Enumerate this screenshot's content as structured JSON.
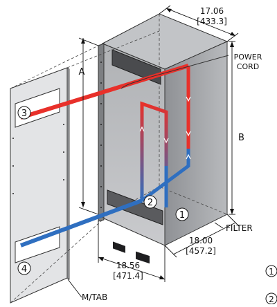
{
  "dimensions": {
    "top_width": "17.06",
    "top_width_metric": "[433.3]",
    "depth": "18.00",
    "depth_metric": "[457.2]",
    "front_width": "18.56",
    "front_width_metric": "[471.4]",
    "height_a": "A",
    "height_b": "B"
  },
  "labels": {
    "power_cord_line1": "POWER",
    "power_cord_line2": "CORD",
    "filter": "FILTER",
    "mtab": "M/TAB"
  },
  "callouts": [
    "1",
    "2",
    "3",
    "4"
  ],
  "colors": {
    "hot_air": "#e8302a",
    "cold_air": "#2f6fc0",
    "cabinet_side": "#a9abae",
    "cabinet_front": "#d8d9db",
    "panel": "#dcdddf"
  }
}
